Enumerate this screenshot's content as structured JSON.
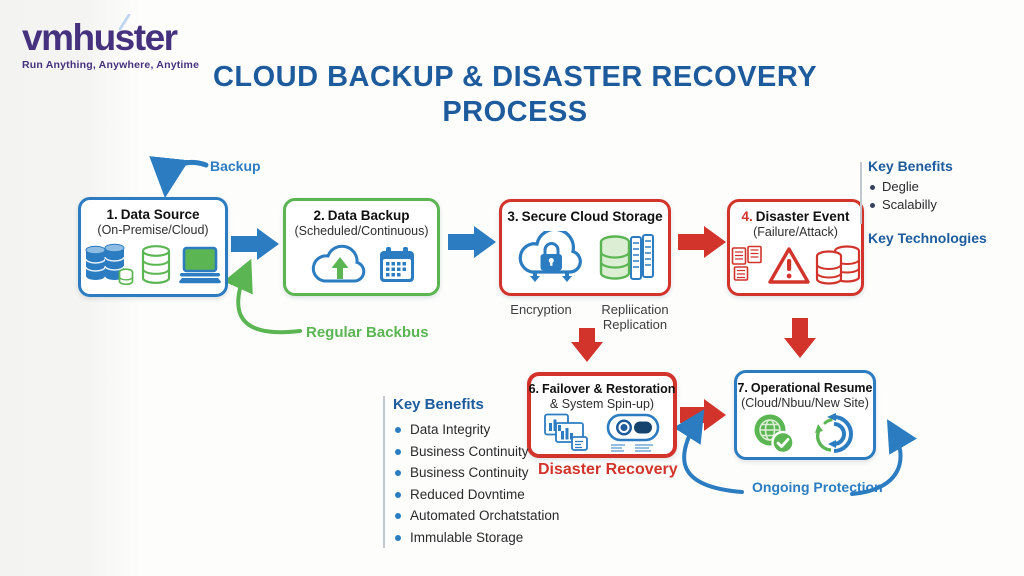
{
  "logo": {
    "name": "vmhuster",
    "tagline": "Run Anything, Anywhere, Anytime"
  },
  "title": {
    "line1": "CLOUD BACKUP & DISASTER RECOVERY",
    "line2": "PROCESS"
  },
  "colors": {
    "accent_blue": "#2b7cc0",
    "title_blue": "#1d5b9d",
    "green": "#5ab552",
    "red": "#d2342c",
    "logo_purple": "#45317e"
  },
  "boxes": {
    "data_source": {
      "number": "1.",
      "title": "Data Source",
      "subtitle": "(On-Premise/Cloud)",
      "border_color": "#2b7cc0",
      "icons": [
        "database-stack-icon",
        "database-icon",
        "laptop-icon"
      ]
    },
    "data_backup": {
      "number": "2.",
      "title": "Data Backup",
      "subtitle": "(Scheduled/Continuous)",
      "border_color": "#5ab552",
      "icons": [
        "cloud-upload-icon",
        "calendar-icon"
      ]
    },
    "secure_cloud_storage": {
      "number": "3.",
      "title": "Secure Cloud Storage",
      "subtitle": "",
      "border_color": "#d2342c",
      "icons": [
        "cloud-lock-icon",
        "server-storage-icon"
      ]
    },
    "disaster_event": {
      "number": "4.",
      "title": "Disaster Event",
      "subtitle": "(Failure/Attack)",
      "border_color": "#d2342c",
      "icons": [
        "corrupted-files-icon",
        "warning-triangle-icon",
        "database-failure-icon"
      ]
    },
    "failover_restoration": {
      "number": "6.",
      "title": "Failover & Restoration",
      "subtitle": "& System Spin-up)",
      "border_color": "#d2342c",
      "icons": [
        "recovery-dashboard-icon",
        "toggle-switch-icon"
      ]
    },
    "operational_resume": {
      "number": "7.",
      "title": "Operational Resume",
      "subtitle": "(Cloud/Nbuu/New Site)",
      "border_color": "#2b7cc0",
      "icons": [
        "globe-check-icon",
        "sync-arrows-icon"
      ]
    }
  },
  "labels": {
    "backup": "Backup",
    "regular_backbus": "Regular Backbus",
    "encryption": "Encryption",
    "replication_line1": "Repliication",
    "replication_line2": "Replication",
    "disaster_recovery": "Disaster Recovery",
    "ongoing_protection": "Ongoing Protection"
  },
  "right_panel": {
    "benefits_title": "Key Benefits",
    "benefits": [
      "Deglie",
      "Scalabilly"
    ],
    "technologies_title": "Key Technologies"
  },
  "bottom_panel": {
    "title": "Key Benefits",
    "items": [
      "Data Integrity",
      "Business Continuity",
      "Business Continuity",
      "Reduced Dovntime",
      "Automated Orchatstation",
      "Immulable Storage"
    ]
  },
  "arrows": [
    {
      "name": "backup-curved-arrow",
      "color": "#2b7cc0"
    },
    {
      "name": "flow-arrow-1-2",
      "color": "#2b7cc0"
    },
    {
      "name": "regular-backbus-curved-arrow",
      "color": "#5ab552"
    },
    {
      "name": "flow-arrow-2-3",
      "color": "#2b7cc0"
    },
    {
      "name": "flow-arrow-3-4",
      "color": "#d2342c"
    },
    {
      "name": "flow-arrow-3-6",
      "color": "#d2342c"
    },
    {
      "name": "flow-arrow-4-7",
      "color": "#d2342c"
    },
    {
      "name": "flow-arrow-6-7",
      "color": "#d2342c"
    },
    {
      "name": "ongoing-protection-loop-arrow",
      "color": "#2b7cc0"
    }
  ]
}
